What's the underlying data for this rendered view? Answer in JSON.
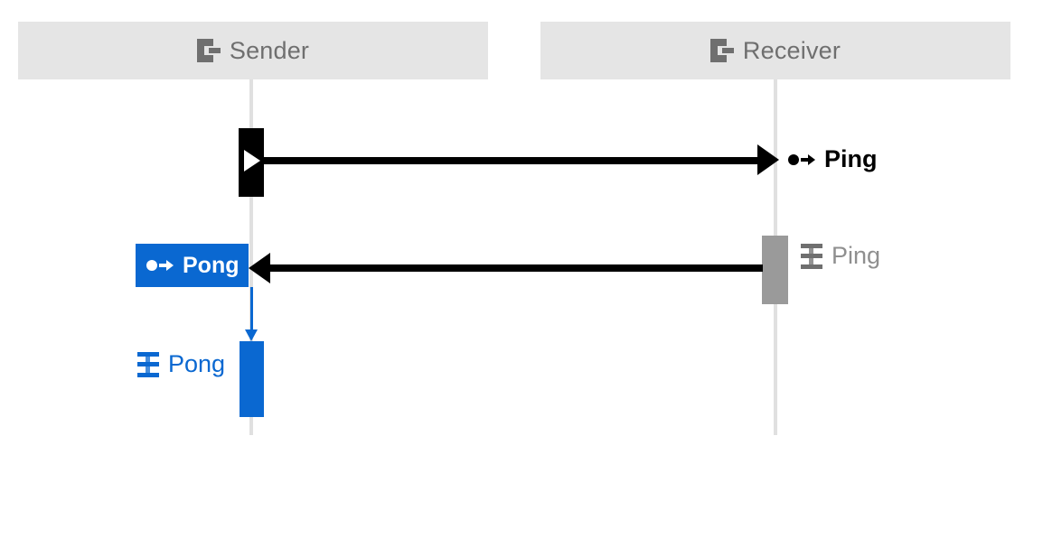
{
  "diagram": {
    "type": "sequence-diagram",
    "background_color": "#ffffff",
    "participants": [
      {
        "name": "sender",
        "label": "Sender",
        "icon": "participant-icon",
        "box_color": "#e5e5e5",
        "text_color": "#6f6f6f"
      },
      {
        "name": "receiver",
        "label": "Receiver",
        "icon": "participant-icon",
        "box_color": "#e5e5e5",
        "text_color": "#6f6f6f"
      }
    ],
    "messages": [
      {
        "name": "ping-sent",
        "label": "Ping",
        "icon": "message-sent-icon",
        "from": "Sender",
        "to": "Receiver",
        "direction": "right",
        "color": "#000000",
        "state": "sent"
      },
      {
        "name": "ping-execution",
        "label": "Ping",
        "icon": "execution-icon",
        "at": "Receiver",
        "color": "#8f8f8f",
        "state": "executed"
      },
      {
        "name": "pong-sent",
        "label": "Pong",
        "icon": "message-sent-icon",
        "from": "Receiver",
        "to": "Sender",
        "direction": "left",
        "color": "#ffffff",
        "badge_color": "#0a68d1",
        "state": "selected"
      },
      {
        "name": "pong-execution",
        "label": "Pong",
        "icon": "execution-icon",
        "at": "Sender",
        "color": "#0a68d1",
        "state": "executing"
      }
    ],
    "activations": [
      {
        "name": "sender-activation-ping",
        "participant": "Sender",
        "color": "#000000",
        "marker": "play-triangle"
      },
      {
        "name": "receiver-activation-ping",
        "participant": "Receiver",
        "color": "#9a9a9a",
        "marker": "none"
      },
      {
        "name": "sender-activation-pong",
        "participant": "Sender",
        "color": "#0a68d1",
        "marker": "none"
      }
    ],
    "lifeline_color": "#e0e0e0",
    "accent_color": "#0a68d1"
  }
}
